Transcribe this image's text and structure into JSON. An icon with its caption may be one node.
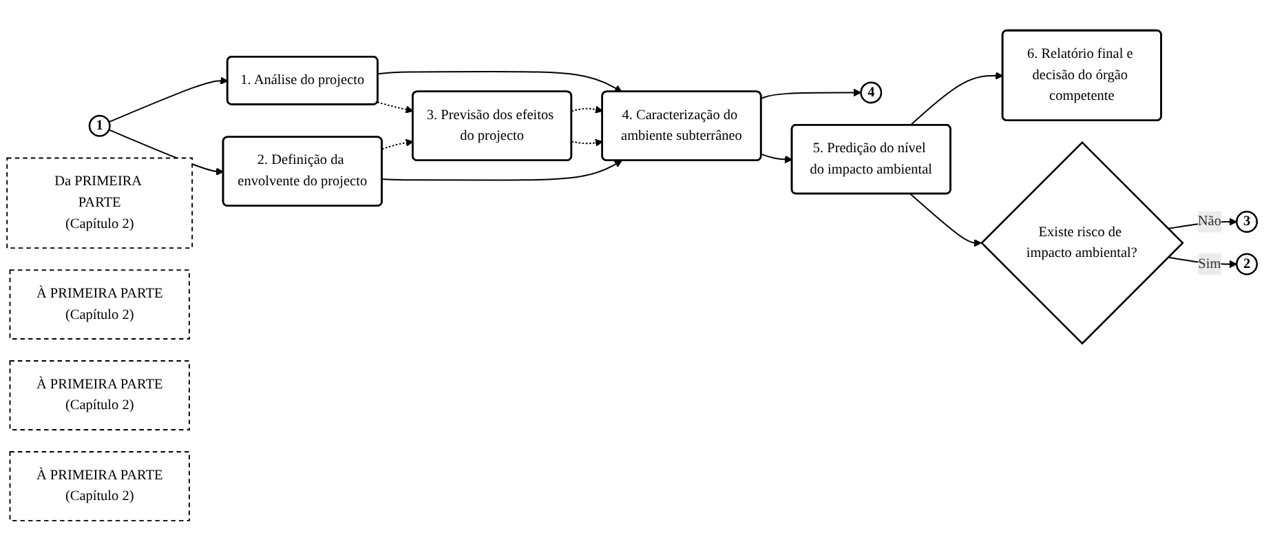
{
  "diagram": {
    "nodes": [
      {
        "text": [
          "1"
        ]
      },
      {
        "text": [
          "Da PRIMEIRA PARTE",
          "(Capítulo 2)"
        ]
      },
      {
        "text": [
          "1. Análise do projecto"
        ]
      },
      {
        "text": [
          "3. Previsão dos efeitos do projecto"
        ]
      },
      {
        "text": [
          "2. Definição da envolvente do projecto"
        ]
      },
      {
        "text": [
          "4. Caracterização do ambiente subterrâneo"
        ]
      },
      {
        "text": [
          "4"
        ]
      },
      {
        "text": [
          "À PRIMEIRA PARTE",
          "(Capítulo 2)"
        ]
      },
      {
        "text": [
          "5. Predição do nível do impacto ambiental"
        ]
      },
      {
        "text": [
          "6. Relatório final e decisão do órgão competente"
        ]
      },
      {
        "text": [
          "Existe risco de impacto ambiental?"
        ]
      },
      {
        "text": [
          "3"
        ]
      },
      {
        "text": [
          "À PRIMEIRA PARTE",
          "(Capítulo 2)"
        ]
      },
      {
        "text": [
          "2"
        ]
      },
      {
        "text": [
          "À PRIMEIRA PARTE",
          "(Capítulo 2)"
        ]
      }
    ],
    "edges": [
      {
        "from": 0,
        "to": 2,
        "arrow": "to"
      },
      {
        "from": 0,
        "to": 4,
        "arrow": "to"
      },
      {
        "from": 2,
        "to": 5,
        "arrow": "to"
      },
      {
        "from": 2,
        "to": 3,
        "arrow": "to",
        "style": "dashed"
      },
      {
        "from": 3,
        "to": 5,
        "arrow": "to",
        "style": "dashed"
      },
      {
        "from": 4,
        "to": 3,
        "arrow": "to",
        "style": "dashed"
      },
      {
        "from": 3,
        "to": 5,
        "arrow": "to",
        "style": "dashed"
      },
      {
        "from": 4,
        "to": 5,
        "arrow": "to"
      },
      {
        "from": 5,
        "to": 6,
        "arrow": "to"
      },
      {
        "from": 5,
        "to": 8,
        "arrow": "to"
      },
      {
        "from": 8,
        "to": 9,
        "arrow": "to"
      },
      {
        "from": 8,
        "to": 10,
        "arrow": "to"
      },
      {
        "from": 10,
        "to": 11,
        "label": "Não",
        "arrow": "to"
      },
      {
        "from": 10,
        "to": 13,
        "label": "Sim",
        "arrow": "to"
      }
    ]
  }
}
